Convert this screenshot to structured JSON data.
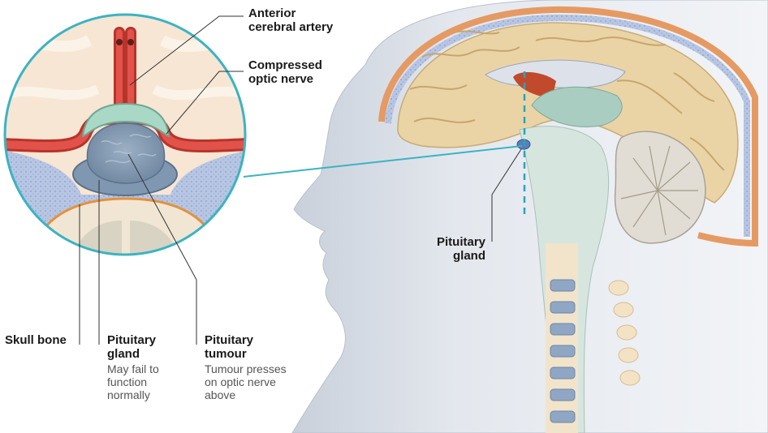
{
  "labels": {
    "anterior_cerebral_artery": {
      "line1": "Anterior",
      "line2": "cerebral artery"
    },
    "compressed_optic_nerve": {
      "line1": "Compressed",
      "line2": "optic nerve"
    },
    "pituitary_gland_head": {
      "line1": "Pituitary",
      "line2": "gland"
    },
    "skull_bone": {
      "line1": "Skull bone"
    },
    "pituitary_gland_inset": {
      "title_line1": "Pituitary",
      "title_line2": "gland",
      "desc": [
        "May fail to",
        "function",
        "normally"
      ]
    },
    "pituitary_tumour": {
      "title_line1": "Pituitary",
      "title_line2": "tumour",
      "desc": [
        "Tumour presses",
        "on optic nerve",
        "above"
      ]
    }
  },
  "colors": {
    "inset_ring": "#3bb3c3",
    "artery": "#d9443a",
    "optic_nerve": "#a9d8c8",
    "gland": "#7f97b0",
    "bone": "#a8b9d9",
    "brain": "#e9d2a3",
    "skin": "#dfe3ea",
    "corpus_callosum": "#c0442a",
    "cerebellum": "#d8d4cc"
  }
}
